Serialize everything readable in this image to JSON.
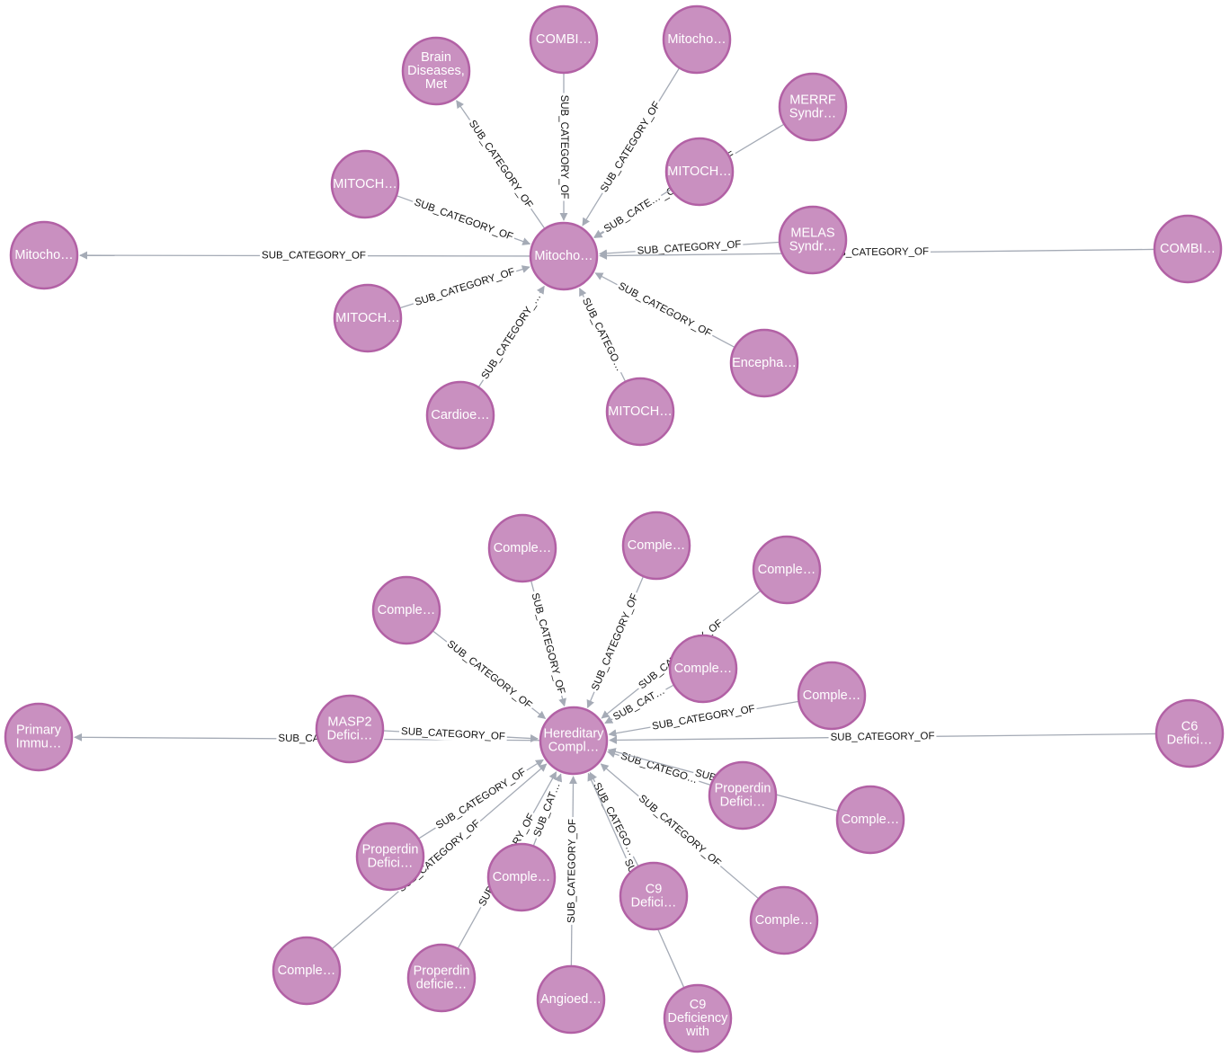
{
  "colors": {
    "node_fill": "#c990c0",
    "node_stroke": "#b261a5",
    "edge": "#a5abb6"
  },
  "nodes": [
    {
      "id": "m_center",
      "lines": [
        "Mitocho…"
      ]
    },
    {
      "id": "m_brain",
      "lines": [
        "Brain",
        "Diseases,",
        "Met"
      ]
    },
    {
      "id": "m_combi1",
      "lines": [
        "COMBI…"
      ]
    },
    {
      "id": "m_mito_tr",
      "lines": [
        "Mitocho…"
      ]
    },
    {
      "id": "m_merrf",
      "lines": [
        "MERRF",
        "Syndr…"
      ]
    },
    {
      "id": "m_mitoch_inner",
      "lines": [
        "MITOCH…"
      ]
    },
    {
      "id": "m_mitoch_left",
      "lines": [
        "MITOCH…"
      ]
    },
    {
      "id": "m_mito_far",
      "lines": [
        "Mitocho…"
      ]
    },
    {
      "id": "m_melas",
      "lines": [
        "MELAS",
        "Syndr…"
      ]
    },
    {
      "id": "m_combi_right",
      "lines": [
        "COMBI…"
      ]
    },
    {
      "id": "m_mitoch_bl",
      "lines": [
        "MITOCH…"
      ]
    },
    {
      "id": "m_encepha",
      "lines": [
        "Encepha…"
      ]
    },
    {
      "id": "m_cardio",
      "lines": [
        "Cardioe…"
      ]
    },
    {
      "id": "m_mitoch_bottom",
      "lines": [
        "MITOCH…"
      ]
    },
    {
      "id": "h_center",
      "lines": [
        "Hereditary",
        "Compl…"
      ]
    },
    {
      "id": "h_comp1",
      "lines": [
        "Comple…"
      ]
    },
    {
      "id": "h_comp2",
      "lines": [
        "Comple…"
      ]
    },
    {
      "id": "h_comp3",
      "lines": [
        "Comple…"
      ]
    },
    {
      "id": "h_comp_left",
      "lines": [
        "Comple…"
      ]
    },
    {
      "id": "h_comp_inner",
      "lines": [
        "Comple…"
      ]
    },
    {
      "id": "h_comp_right",
      "lines": [
        "Comple…"
      ]
    },
    {
      "id": "h_primary",
      "lines": [
        "Primary",
        "Immu…"
      ]
    },
    {
      "id": "h_masp2",
      "lines": [
        "MASP2",
        "Defici…"
      ]
    },
    {
      "id": "h_c6",
      "lines": [
        "C6",
        "Defici…"
      ]
    },
    {
      "id": "h_properdin_r",
      "lines": [
        "Properdin",
        "Defici…"
      ]
    },
    {
      "id": "h_comp_r2",
      "lines": [
        "Comple…"
      ]
    },
    {
      "id": "h_properdin_l",
      "lines": [
        "Properdin",
        "Defici…"
      ]
    },
    {
      "id": "h_comp_mid",
      "lines": [
        "Comple…"
      ]
    },
    {
      "id": "h_c9",
      "lines": [
        "C9",
        "Defici…"
      ]
    },
    {
      "id": "h_comp_br",
      "lines": [
        "Comple…"
      ]
    },
    {
      "id": "h_comp_bl",
      "lines": [
        "Comple…"
      ]
    },
    {
      "id": "h_properdin_b",
      "lines": [
        "Properdin",
        "deficie…"
      ]
    },
    {
      "id": "h_angio",
      "lines": [
        "Angioed…"
      ]
    },
    {
      "id": "h_c9_with",
      "lines": [
        "C9",
        "Deficiency",
        "with"
      ]
    }
  ],
  "edges": [
    {
      "from": "m_center",
      "to": "m_brain",
      "label": "SUB_CATEGORY_OF"
    },
    {
      "from": "m_combi1",
      "to": "m_center",
      "label": "SUB_CATEGORY_OF"
    },
    {
      "from": "m_mito_tr",
      "to": "m_center",
      "label": "SUB_CATEGORY_OF"
    },
    {
      "from": "m_merrf",
      "to": "m_center",
      "label": "SUB_CATEGORY_OF"
    },
    {
      "from": "m_mitoch_inner",
      "to": "m_center",
      "label": "SUB_CATE…"
    },
    {
      "from": "m_mitoch_left",
      "to": "m_center",
      "label": "SUB_CATEGORY_OF"
    },
    {
      "from": "m_center",
      "to": "m_mito_far",
      "label": "SUB_CATEGORY_OF"
    },
    {
      "from": "m_melas",
      "to": "m_center",
      "label": "SUB_CATEGORY_OF"
    },
    {
      "from": "m_combi_right",
      "to": "m_center",
      "label": "SUB_CATEGORY_OF"
    },
    {
      "from": "m_mitoch_bl",
      "to": "m_center",
      "label": "SUB_CATEGORY_OF"
    },
    {
      "from": "m_encepha",
      "to": "m_center",
      "label": "SUB_CATEGORY_OF"
    },
    {
      "from": "m_cardio",
      "to": "m_center",
      "label": "SUB_CATEGORY_…"
    },
    {
      "from": "m_mitoch_bottom",
      "to": "m_center",
      "label": "SUB_CATEGO…"
    },
    {
      "from": "h_comp1",
      "to": "h_center",
      "label": "SUB_CATEGORY_OF"
    },
    {
      "from": "h_comp2",
      "to": "h_center",
      "label": "SUB_CATEGORY_OF"
    },
    {
      "from": "h_comp3",
      "to": "h_center",
      "label": "SUB_CATEGORY_OF"
    },
    {
      "from": "h_comp_left",
      "to": "h_center",
      "label": "SUB_CATEGORY_OF"
    },
    {
      "from": "h_comp_inner",
      "to": "h_center",
      "label": "SUB_CAT…"
    },
    {
      "from": "h_comp_right",
      "to": "h_center",
      "label": "SUB_CATEGORY_OF"
    },
    {
      "from": "h_center",
      "to": "h_primary",
      "label": "SUB_CATEGORY_OF"
    },
    {
      "from": "h_masp2",
      "to": "h_center",
      "label": "SUB_CATEGORY_OF"
    },
    {
      "from": "h_c6",
      "to": "h_center",
      "label": "SUB_CATEGORY_OF"
    },
    {
      "from": "h_properdin_r",
      "to": "h_center",
      "label": "SUB_CATEGO…"
    },
    {
      "from": "h_comp_r2",
      "to": "h_center",
      "label": "SUB_CAT…"
    },
    {
      "from": "h_properdin_l",
      "to": "h_center",
      "label": "SUB_CATEGORY_OF"
    },
    {
      "from": "h_comp_mid",
      "to": "h_center",
      "label": "SUB_CAT…"
    },
    {
      "from": "h_c9",
      "to": "h_center",
      "label": "SUB_CATEGO…"
    },
    {
      "from": "h_comp_br",
      "to": "h_center",
      "label": "SUB_CATEGORY_OF"
    },
    {
      "from": "h_comp_bl",
      "to": "h_center",
      "label": "SUB_CATEGORY_OF"
    },
    {
      "from": "h_properdin_b",
      "to": "h_center",
      "label": "SUB_CATEGORY_OF"
    },
    {
      "from": "h_angio",
      "to": "h_center",
      "label": "SUB_CATEGORY_OF"
    },
    {
      "from": "h_c9_with",
      "to": "h_center",
      "label": "SUB_C…"
    }
  ]
}
